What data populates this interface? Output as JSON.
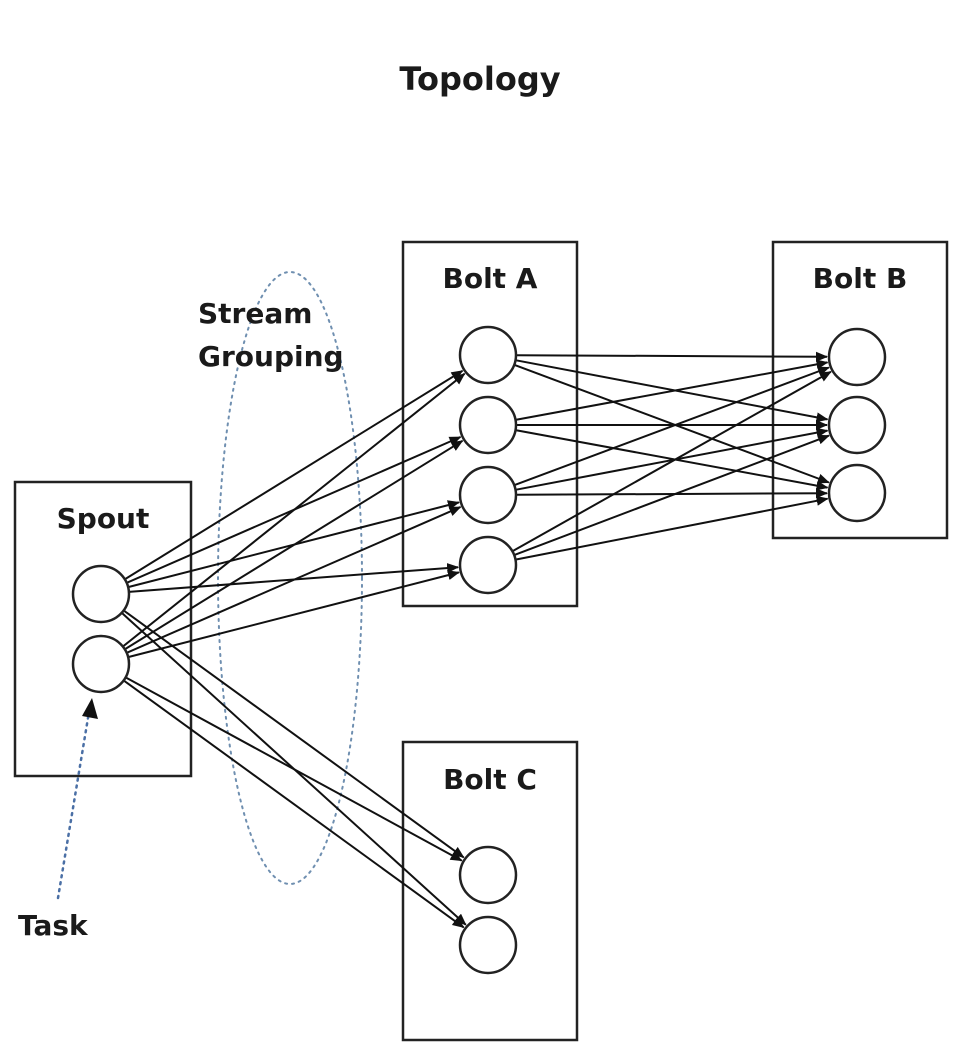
{
  "title": "Topology",
  "annotations": {
    "stream_grouping_line1": "Stream",
    "stream_grouping_line2": "Grouping",
    "task": "Task"
  },
  "components": [
    {
      "id": "spout",
      "label": "Spout",
      "tasks": 2
    },
    {
      "id": "bolt-a",
      "label": "Bolt A",
      "tasks": 4
    },
    {
      "id": "bolt-b",
      "label": "Bolt B",
      "tasks": 3
    },
    {
      "id": "bolt-c",
      "label": "Bolt C",
      "tasks": 2
    }
  ],
  "connections": [
    {
      "from": "spout",
      "to": "bolt-a",
      "grouping": "all-to-all"
    },
    {
      "from": "spout",
      "to": "bolt-c",
      "grouping": "all-to-all"
    },
    {
      "from": "bolt-a",
      "to": "bolt-b",
      "grouping": "all-to-all"
    }
  ],
  "colors": {
    "stroke": "#111111",
    "grouping_outline": "#6f8fb0",
    "task_pointer": "#4a6fa5"
  }
}
